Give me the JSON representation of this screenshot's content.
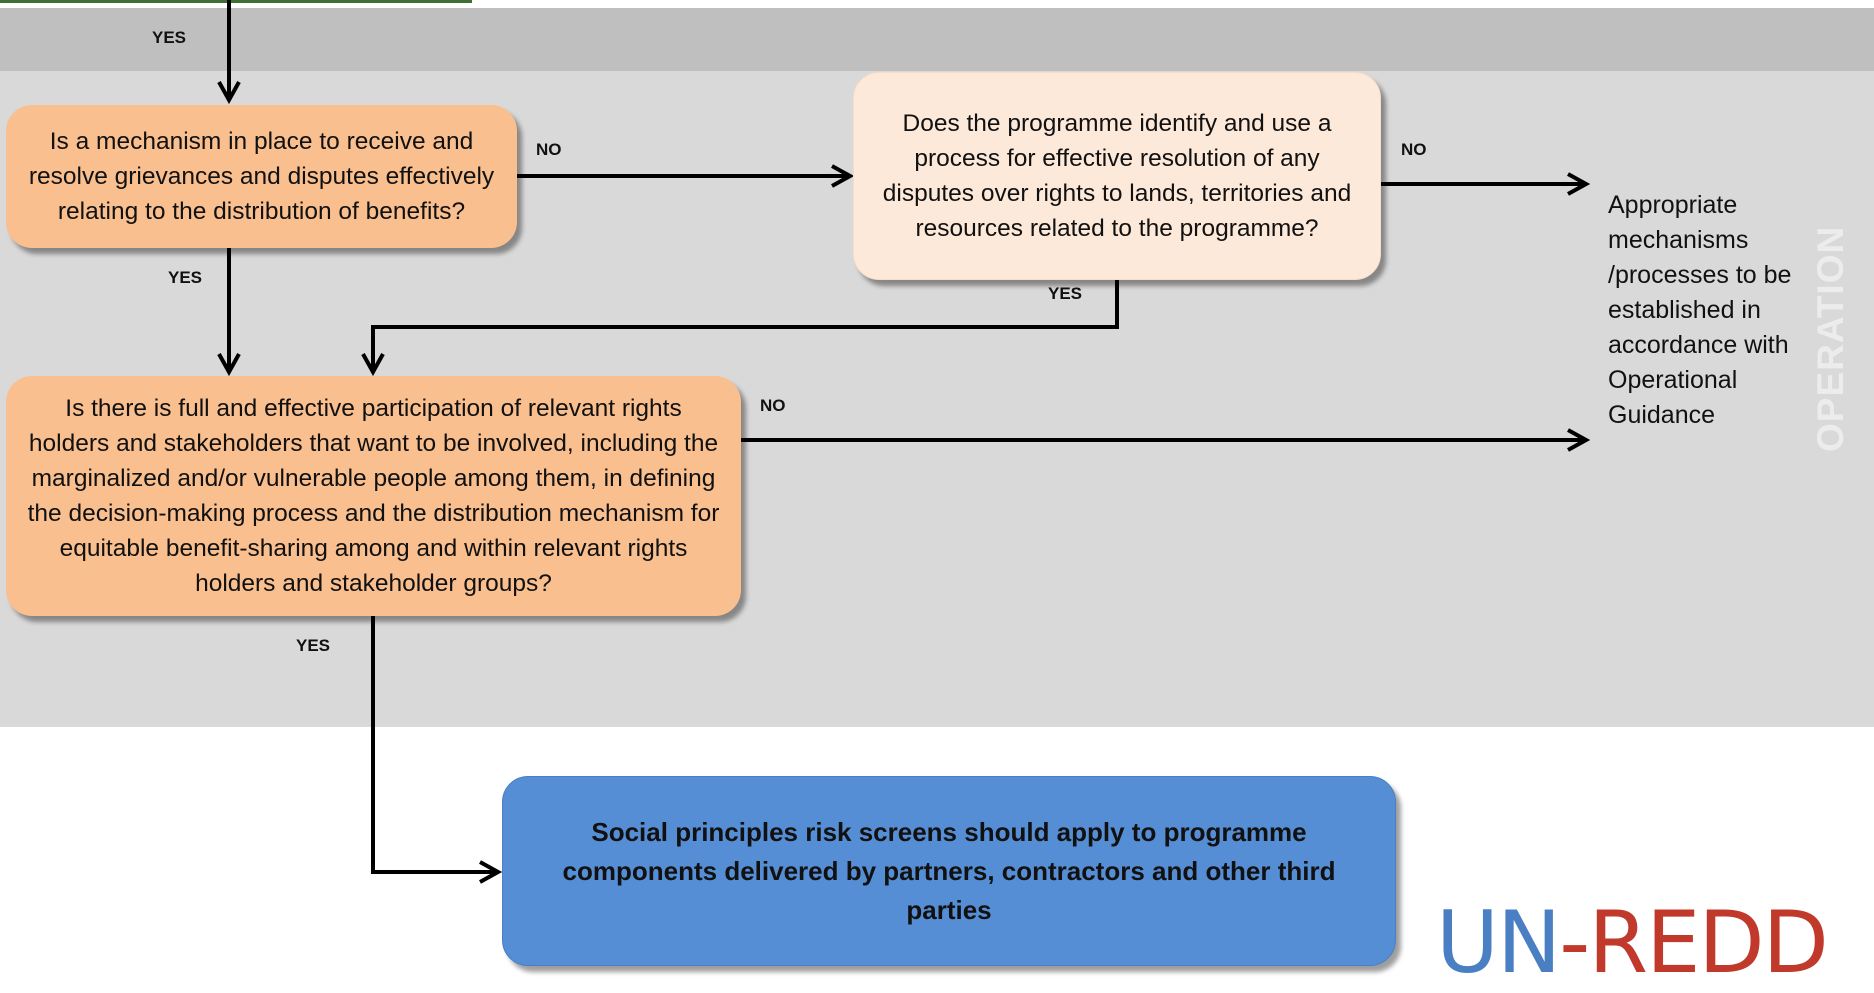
{
  "labels": {
    "yes": "YES",
    "no": "NO"
  },
  "questions": {
    "q1": "Is a mechanism in place to receive and resolve grievances and disputes effectively relating to the distribution of benefits?",
    "q2": "Does the programme identify and use a process for effective resolution of any disputes over rights to lands, territories and resources related to the programme?",
    "q3": "Is there is full and effective participation  of relevant rights holders and stakeholders that want to be involved, including the marginalized and/or vulnerable people among them, in defining the decision-making process and the distribution mechanism for equitable benefit-sharing among and within relevant rights holders and stakeholder groups?"
  },
  "outcome": "Appropriate mechanisms /processes  to be established in accordance with Operational Guidance",
  "final": "Social principles risk screens should apply to programme components delivered by partners, contractors and other third parties",
  "side_label": "OPERATION",
  "logo": {
    "left": "UN",
    "dash": "-",
    "right": "REDD"
  },
  "colors": {
    "band_top": "#bfbfbf",
    "band_main": "#d9d9d9",
    "question_orange": "#f9bf8f",
    "question_light": "#fde9d9",
    "final_blue": "#558ed5",
    "logo_blue": "#4a7fc3",
    "logo_red": "#c0392b"
  }
}
